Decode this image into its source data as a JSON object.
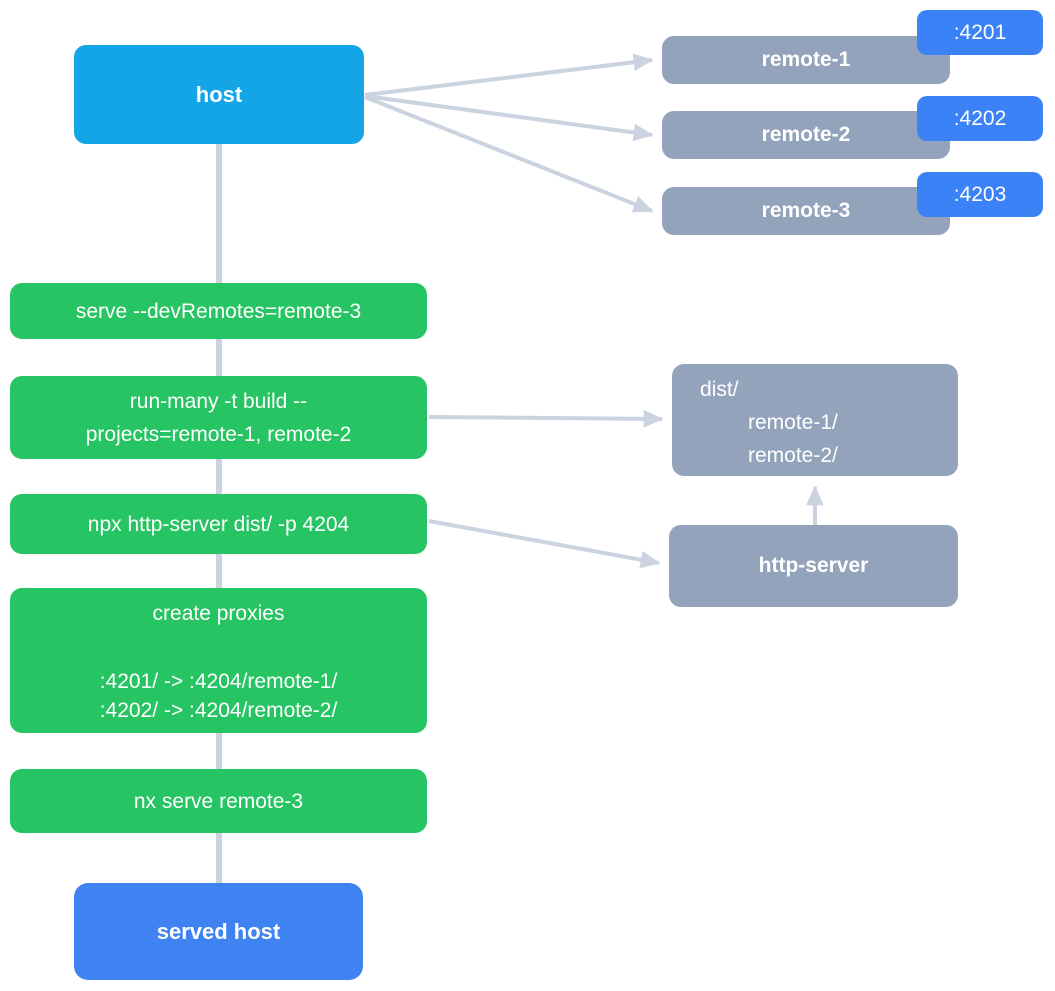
{
  "colors": {
    "host_blue": "#14a5e6",
    "accent_blue": "#3b82f6",
    "served_host_blue": "#3f82f2",
    "slate_gray": "#93a3bb",
    "green": "#26c463",
    "connector_gray": "#cbd3e0",
    "text": "#ffffff",
    "background": "#ffffff"
  },
  "host": {
    "label": "host"
  },
  "remotes": [
    {
      "label": "remote-1",
      "port": ":4201"
    },
    {
      "label": "remote-2",
      "port": ":4202"
    },
    {
      "label": "remote-3",
      "port": ":4203"
    }
  ],
  "steps": [
    {
      "lines": [
        "serve --devRemotes=remote-3"
      ]
    },
    {
      "lines": [
        "run-many -t build --",
        "projects=remote-1, remote-2"
      ]
    },
    {
      "lines": [
        "npx http-server dist/ -p 4204"
      ]
    },
    {
      "title": "create proxies",
      "mappings": [
        ":4201/ -> :4204/remote-1/",
        ":4202/ -> :4204/remote-2/"
      ]
    },
    {
      "lines": [
        "nx serve remote-3"
      ]
    }
  ],
  "dist": {
    "lines": [
      "dist/",
      "remote-1/",
      "remote-2/"
    ]
  },
  "http_server": {
    "label": "http-server"
  },
  "served_host": {
    "label": "served host"
  }
}
